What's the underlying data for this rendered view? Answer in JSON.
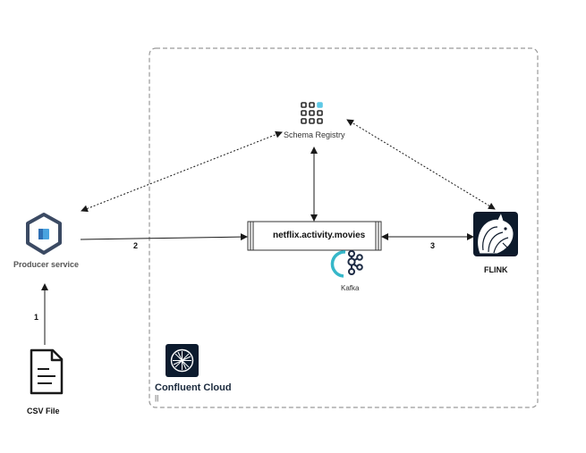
{
  "labels": {
    "schema_registry": "Schema Registry",
    "producer_service": "Producer service",
    "topic": "netflix.activity.movies",
    "kafka": "Kafka",
    "flink": "FLINK",
    "confluent_cloud": "Confluent Cloud",
    "confluent_cursor": "||",
    "csv_file": "CSV File"
  },
  "steps": {
    "step1": "1",
    "step2": "2",
    "step3": "3"
  },
  "colors": {
    "line": "#1a1a1a",
    "boundary": "#9a9a9a",
    "producer_accent": "#3b82c4",
    "kafka_accent": "#36b7c9",
    "schema_accent": "#5fc9e6",
    "confluent_bg": "#0c1b2e"
  },
  "icons": {
    "schema_registry": "grid-icon",
    "producer_service": "hexagon-icon",
    "kafka": "kafka-icon",
    "flink": "flink-squirrel-icon",
    "confluent": "confluent-logo-icon",
    "csv_file": "document-icon"
  }
}
